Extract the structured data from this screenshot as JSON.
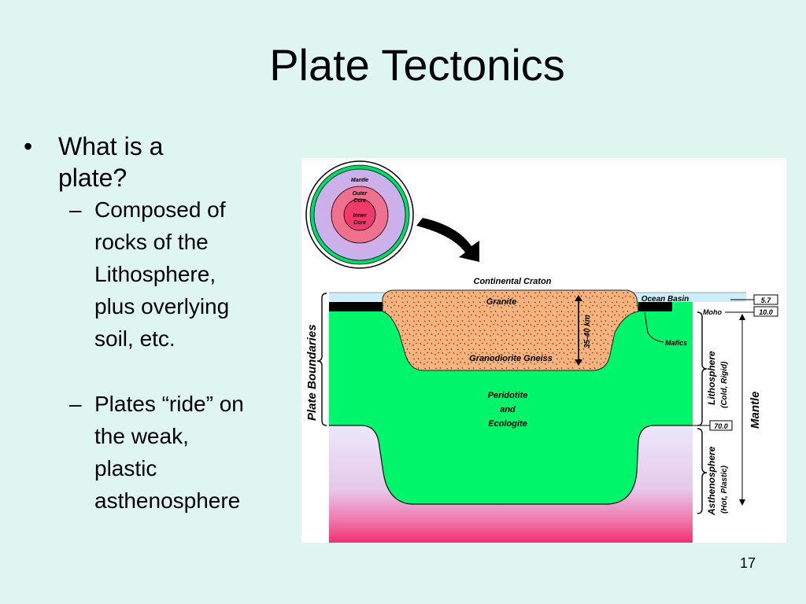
{
  "slide": {
    "title": "Plate Tectonics",
    "bullet": "What is a plate?",
    "bullet_lines": [
      "What is a",
      "plate?"
    ],
    "sub1_lines": [
      "Composed of",
      "rocks of the",
      "Lithosphere,",
      "plus overlying",
      "soil, etc."
    ],
    "sub2_lines": [
      "Plates “ride” on",
      "the weak,",
      "plastic",
      "asthenosphere"
    ],
    "page_number": "17"
  },
  "diagram": {
    "earth_layers": {
      "mantle": "Mantle",
      "outer_core": [
        "Outer",
        "Core"
      ],
      "inner_core": [
        "Inner",
        "Core"
      ]
    },
    "continental_craton": "Continental Craton",
    "granite": "Granite",
    "granodiorite_gneiss": "Granodiorite Gneiss",
    "thickness": "35-40 km",
    "ocean_basin": "Ocean Basin",
    "moho": "Moho",
    "mafics": "Mafics",
    "peridotite": [
      "Peridotite",
      "and",
      "Ecologite"
    ],
    "plate_boundaries": "Plate Boundaries",
    "lithosphere": [
      "Lithosphere",
      "(Cold, Rigid)"
    ],
    "asthenosphere": [
      "Asthenosphere",
      "(Hot, Plastic)"
    ],
    "mantle": "Mantle",
    "depth_1": "5.7",
    "depth_2": "10.0",
    "depth_3": "70.0"
  },
  "colors": {
    "background": "#dff5ef",
    "lithosphere": "#00f56a",
    "crust": "#f7b27d",
    "ocean": "#cdeef8",
    "asthenosphere_top": "#e8e4f8",
    "asthenosphere_bottom": "#f0387a",
    "arrow": "#000000"
  }
}
